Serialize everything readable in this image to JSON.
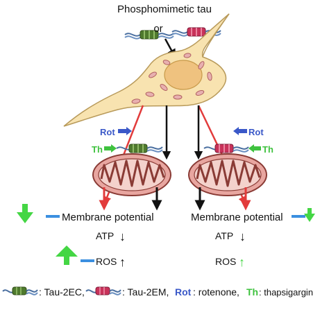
{
  "title": "Phosphomimetic tau",
  "or_label": "or",
  "inhibitors": {
    "rot_label": "Rot",
    "th_label": "Th"
  },
  "left_panel": {
    "membrane_label": "Membrane potential",
    "atp_label": "ATP",
    "atp_arrow": "↓",
    "ros_label": "ROS",
    "ros_arrow": "↑"
  },
  "right_panel": {
    "membrane_label": "Membrane potential",
    "atp_label": "ATP",
    "atp_arrow": "↓",
    "ros_label": "ROS",
    "ros_arrow": "↑"
  },
  "legend": {
    "tau_2ec": ": Tau-2EC,",
    "tau_2em": ": Tau-2EM,",
    "rot_abbr": "Rot",
    "rot_text": ": rotenone,",
    "th_abbr": "Th",
    "th_text": ": thapsigargin"
  },
  "colors": {
    "cell_fill": "#f8e3b0",
    "cell_stroke": "#b89a5a",
    "nucleus": "#efc27f",
    "mito_fill": "#e8a6a0",
    "mito_stroke": "#8a3b35",
    "tau_2ec_core": "#4f7a2e",
    "tau_2em_core": "#c8325a",
    "rot_blue": "#3a58c8",
    "th_green": "#3fc23f",
    "red_arrow": "#e23b3b",
    "decrease_green": "#44d644",
    "dash_blue": "#3b8fe0"
  }
}
